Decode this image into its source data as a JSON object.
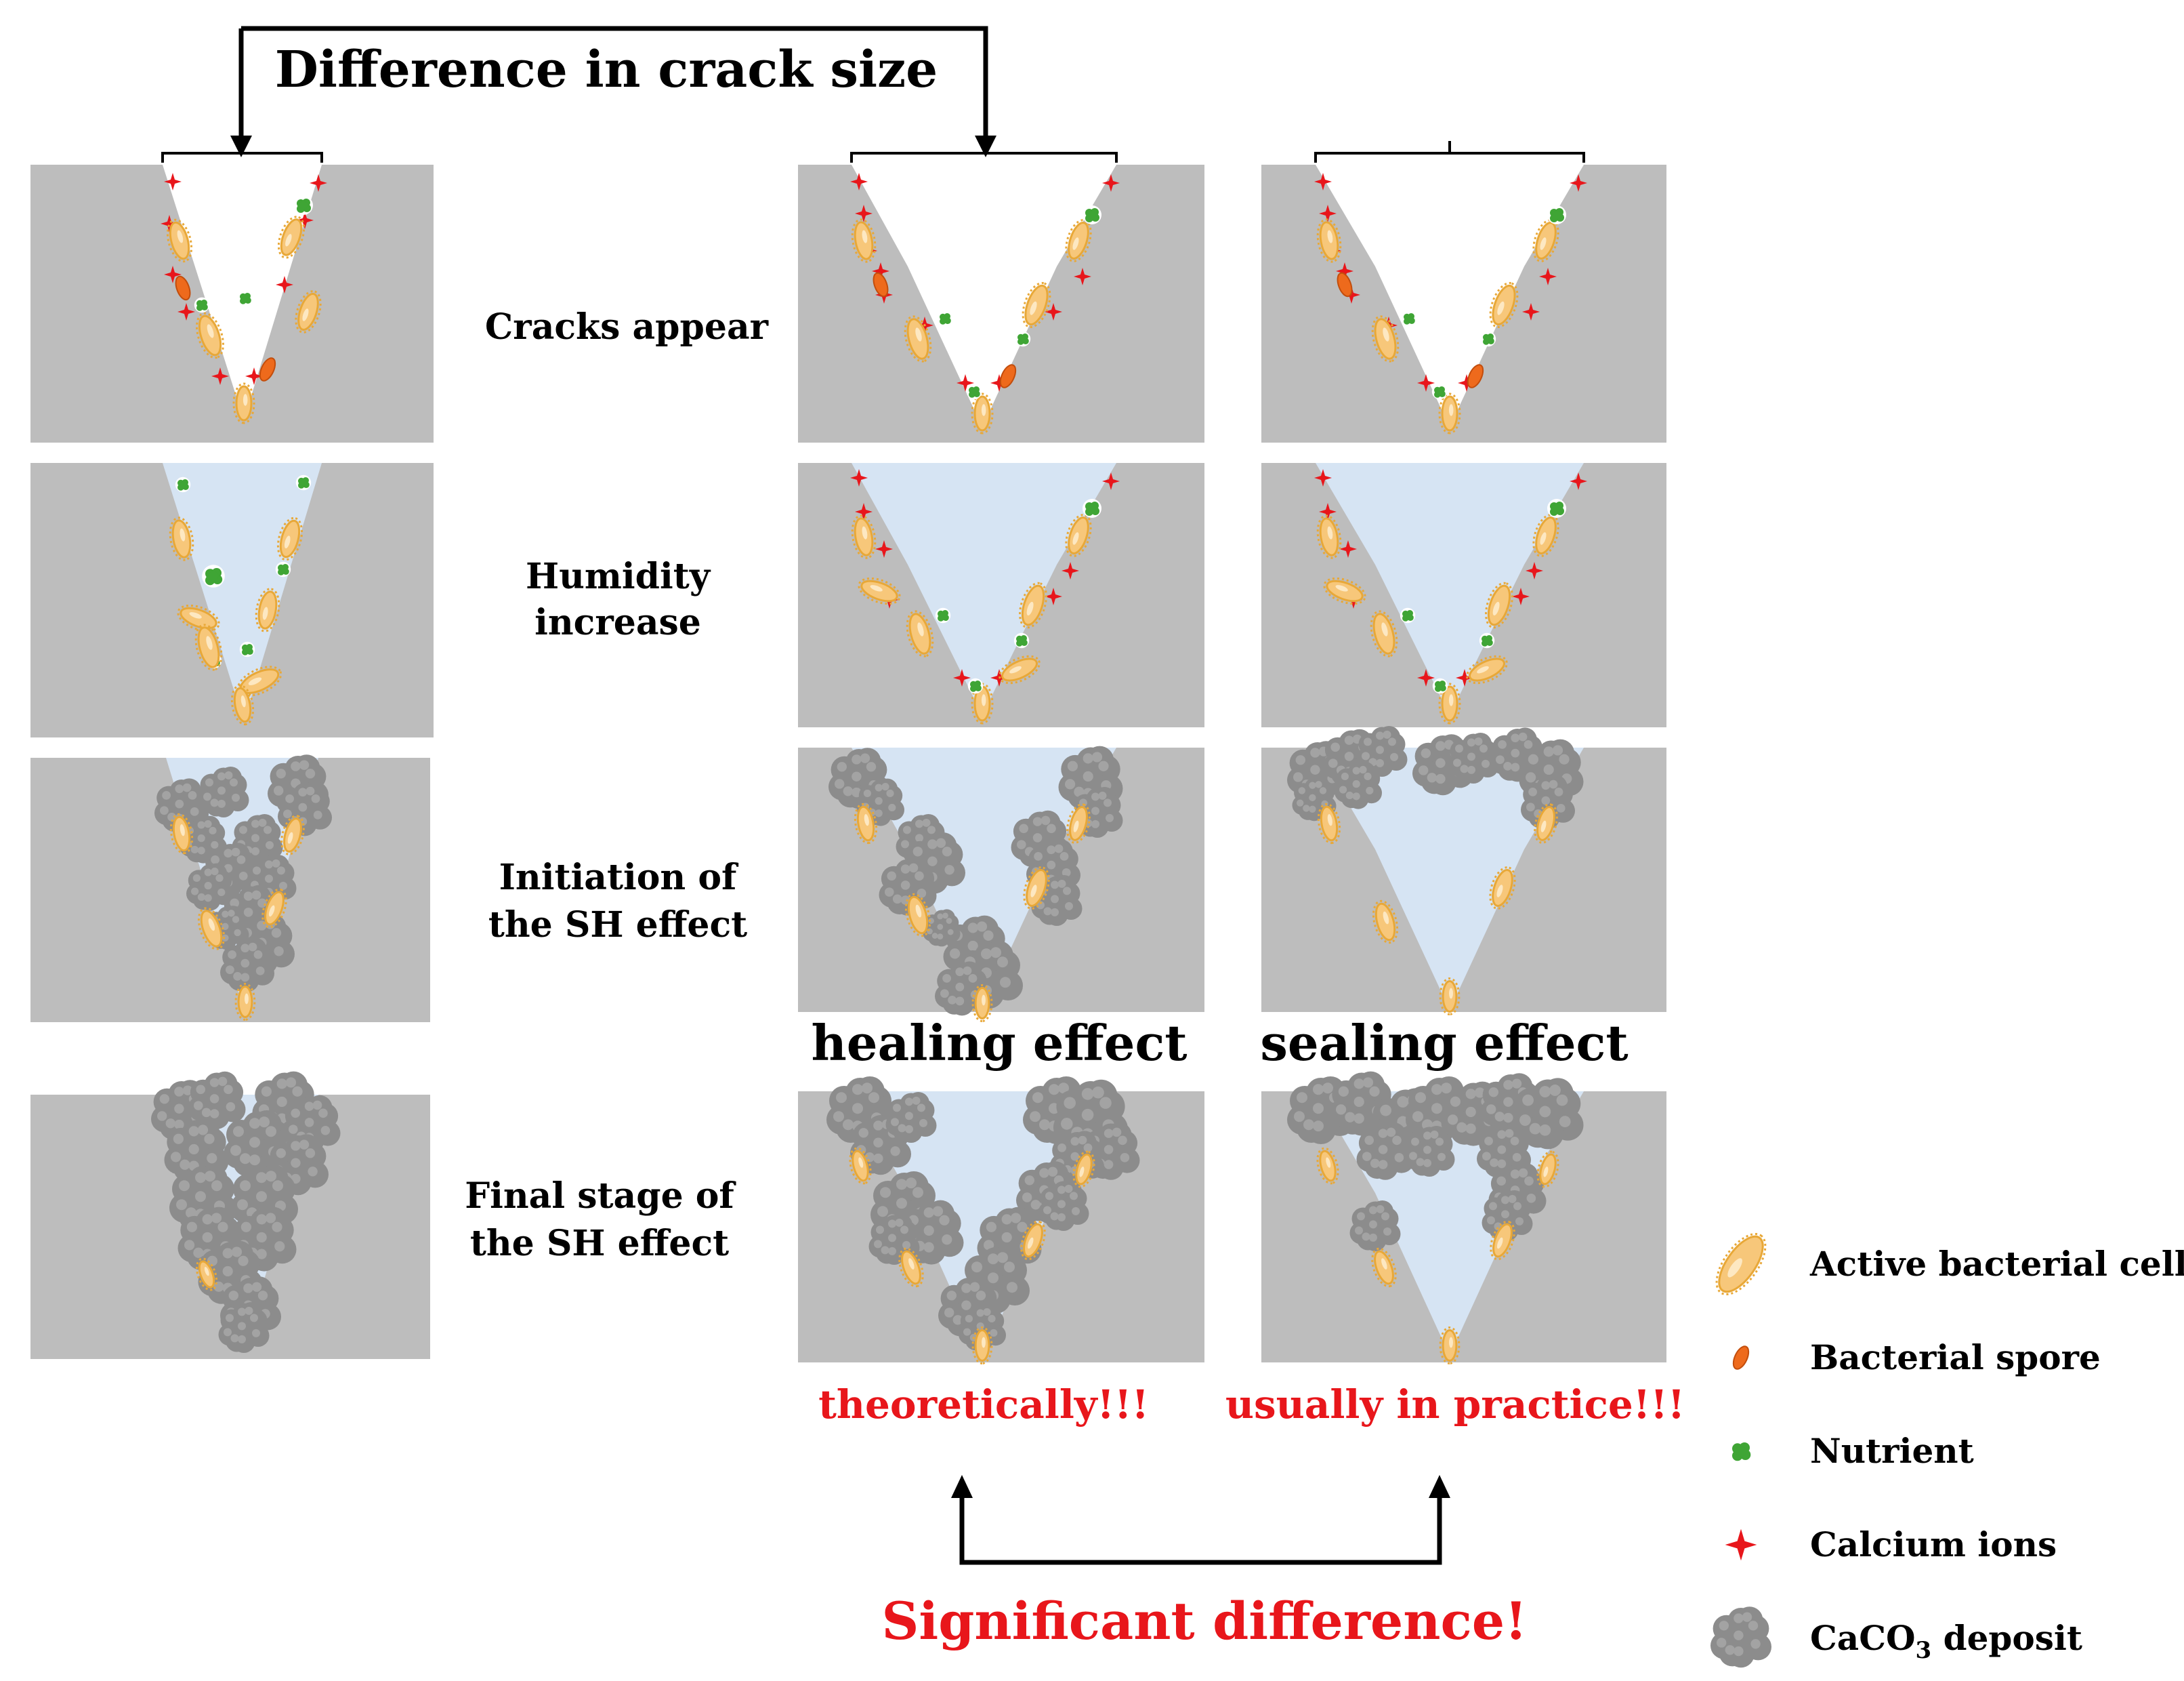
{
  "title": "Difference in crack size",
  "stages": [
    {
      "line1": "Cracks appear",
      "line2": ""
    },
    {
      "line1": "Humidity",
      "line2": "increase"
    },
    {
      "line1": "Initiation of",
      "line2": "the SH effect"
    },
    {
      "line1": "Final stage of",
      "line2": "the SH effect"
    }
  ],
  "effects": {
    "healing": "healing effect",
    "sealing": "sealing effect"
  },
  "outcomes": {
    "theoretical": "theoretically!!!",
    "practical": "usually in practice!!!"
  },
  "conclusion": "Significant difference!",
  "legend": [
    {
      "icon": "bacterial-cell-icon",
      "label": "Active bacterial cell"
    },
    {
      "icon": "spore-icon",
      "label": "Bacterial spore"
    },
    {
      "icon": "nutrient-icon",
      "label": "Nutrient"
    },
    {
      "icon": "calcium-ion-icon",
      "label": "Calcium ions"
    },
    {
      "icon": "caco3-deposit-icon",
      "label": "CaCO",
      "sub": "3",
      "suffix": " deposit"
    }
  ],
  "colors": {
    "concrete": "#bdbdbd",
    "water": "#d6e4f3",
    "bacterium": "#f7c77a",
    "bacterium_outline": "#e8a838",
    "spore": "#ee6a1c",
    "nutrient": "#3fa535",
    "calcium": "#e8161b",
    "deposit": "#8c8c8c",
    "accent_red": "#e8161b"
  }
}
